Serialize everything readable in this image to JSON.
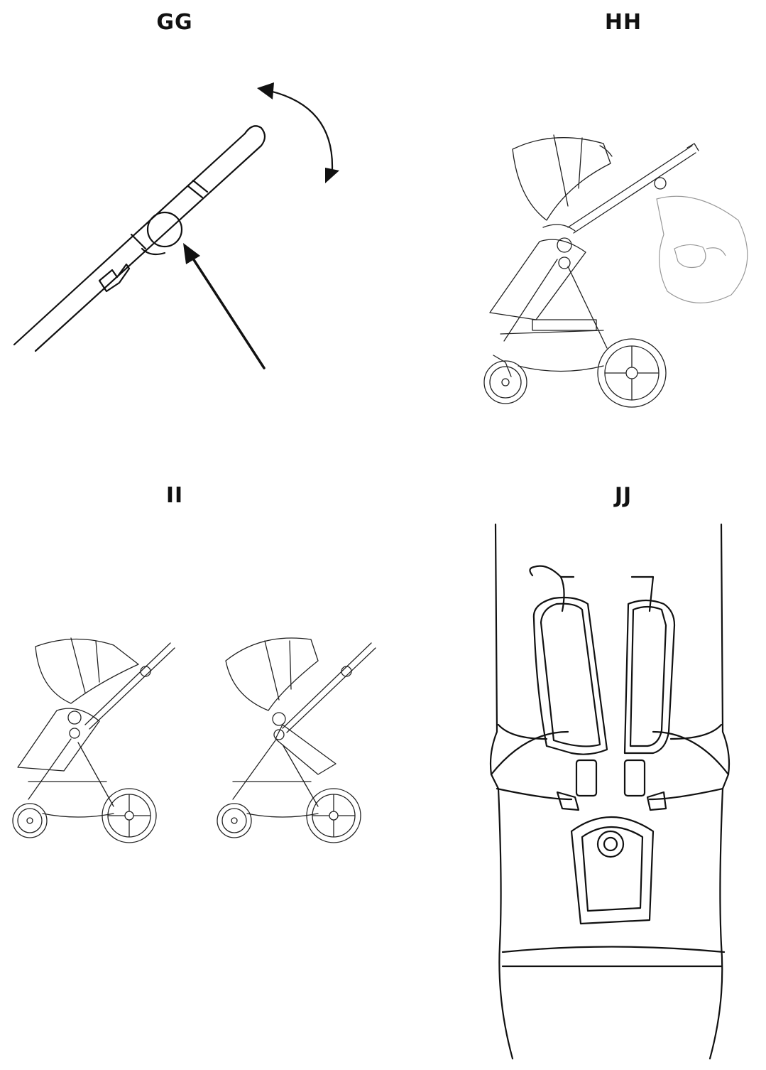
{
  "figures": [
    {
      "id": "GG",
      "label": "GG"
    },
    {
      "id": "HH",
      "label": "HH"
    },
    {
      "id": "II",
      "label": "II"
    },
    {
      "id": "JJ",
      "label": "JJ"
    }
  ],
  "icons": [
    "rotate-arrow-icon",
    "press-arrow-icon"
  ],
  "colors": {
    "ink": "#111111",
    "faint": "#999999",
    "background": "#ffffff"
  }
}
